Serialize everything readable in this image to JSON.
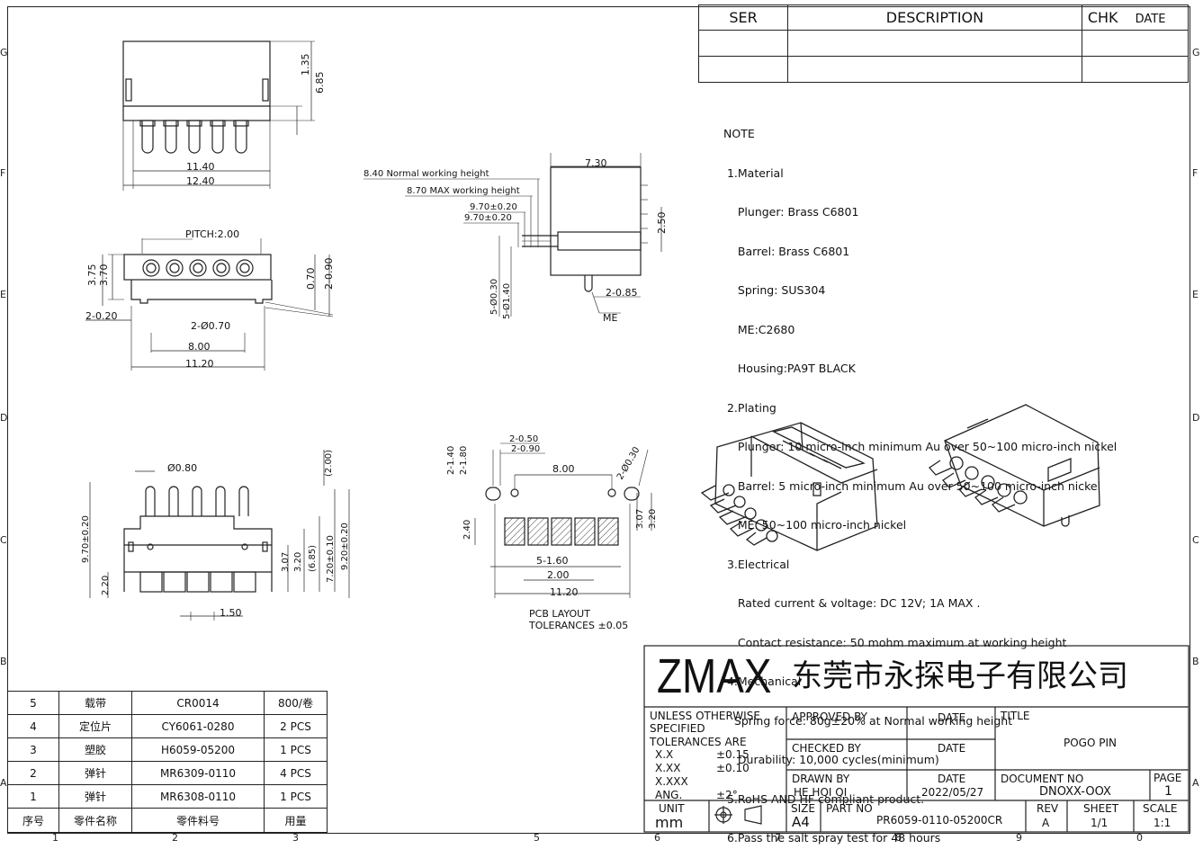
{
  "revision_table": {
    "headers": [
      "SER",
      "DESCRIPTION",
      "CHK",
      "DATE"
    ],
    "rows": [
      [
        "",
        "",
        "",
        ""
      ],
      [
        "",
        "",
        "",
        ""
      ]
    ]
  },
  "border_zones": {
    "columns": [
      "1",
      "2",
      "3",
      "5",
      "6",
      "7",
      "8",
      "9",
      "0"
    ],
    "rows_left": [
      "G",
      "F",
      "E",
      "D",
      "C",
      "B",
      "A"
    ],
    "rows_right": [
      "G",
      "F",
      "E",
      "D",
      "C",
      "B",
      "A"
    ]
  },
  "notes": {
    "heading": "NOTE",
    "lines": [
      " 1.Material",
      "    Plunger: Brass C6801",
      "    Barrel: Brass C6801",
      "    Spring: SUS304",
      "    ME:C2680",
      "    Housing:PA9T BLACK",
      " 2.Plating",
      "    Plunger: 10 micro-inch minimum Au over 50~100 micro-inch nickel",
      "    Barrel: 5 micro-inch minimum Au over 50~100 micro-inch nickel",
      "    ME: 50~100 micro-inch nickel",
      " 3.Electrical",
      "    Rated current & voltage: DC 12V; 1A MAX .",
      "    Contact resistance: 50 mohm maximum at working height",
      " 4.Mechanical",
      "   Spring force: 80g±20% at Normal working height",
      "    Durability: 10,000 cycles(minimum)",
      " 5.RoHS AND HF compliant product.",
      " 6.Pass the salt spray test for 48 hours"
    ]
  },
  "dims": {
    "top_view": {
      "d1": "1.35",
      "d2": "6.85",
      "w1": "11.40",
      "w2": "12.40"
    },
    "front_view": {
      "pitch": "PITCH:2.00",
      "h1": "3.75",
      "h2": "3.70",
      "r1": "0.70",
      "r2": "2-0.90",
      "peg": "2-0.20",
      "holes": "2-Ø0.70",
      "span": "8.00",
      "total": "11.20"
    },
    "side_view": {
      "normal": "8.40 Normal working height",
      "max": "8.70 MAX working height",
      "a": "9.70±0.20",
      "b": "9.70±0.20",
      "w": "7.30",
      "h": "2.50",
      "d1": "5-Ø0.30",
      "d2": "5-Ø1.40",
      "me_dim": "2-0.85",
      "me": "ME"
    },
    "section_view": {
      "dia": "Ø0.80",
      "h_total": "9.70±0.20",
      "paren": "(2.00)",
      "a": "3.20",
      "b": "3.07",
      "c": "(6.85)",
      "d": "7.20±0.10",
      "e": "9.20±0.20",
      "f": "2.20",
      "g": "1.50"
    },
    "pcb": {
      "a": "2-0.50",
      "b": "2-0.90",
      "c": "2-1.40",
      "d": "2-1.80",
      "e": "2-Ø0.30",
      "span": "8.00",
      "h": "2.40",
      "p1": "3.07",
      "p2": "3.20",
      "pad": "5-1.60",
      "pitch": "2.00",
      "total": "11.20",
      "label": "PCB LAYOUT",
      "tol": "TOLERANCES ±0.05"
    }
  },
  "bom": {
    "headers": [
      "序号",
      "零件名称",
      "零件料号",
      "用量"
    ],
    "rows": [
      [
        "5",
        "载带",
        "CR0014",
        "800/卷"
      ],
      [
        "4",
        "定位片",
        "CY6061-0280",
        "2 PCS"
      ],
      [
        "3",
        "塑胶",
        "H6059-05200",
        "1 PCS"
      ],
      [
        "2",
        "弹针",
        "MR6309-0110",
        "4 PCS"
      ],
      [
        "1",
        "弹针",
        "MR6308-0110",
        "1 PCS"
      ]
    ]
  },
  "title_block": {
    "logo": "ZMAX",
    "company": "东莞市永探电子有限公司",
    "unless": "UNLESS OTHERWISE",
    "specified": "SPECIFIED",
    "tolerances": "TOLERANCES ARE",
    "tol_rows": [
      [
        "X.X",
        "±0.15"
      ],
      [
        "X.XX",
        "±0.10"
      ],
      [
        "X.XXX",
        ""
      ],
      [
        "ANG.",
        "±2°"
      ]
    ],
    "approved_by": "APPROVED BY",
    "checked_by": "CHECKED BY",
    "drawn_by": "DRAWN BY",
    "drawn_name": "HE HQI QI",
    "date_label": "DATE",
    "drawn_date": "2022/05/27",
    "title_label": "TITLE",
    "title": "POGO PIN",
    "document_label": "DOCUMENT NO",
    "document": "DNOXX-OOX",
    "page_label": "PAGE",
    "page": "1",
    "unit_label": "UNIT",
    "unit": "mm",
    "size_label": "SIZE",
    "size": "A4",
    "part_label": "PART NO",
    "part": "PR6059-0110-05200CR",
    "rev_label": "REV",
    "rev": "A",
    "sheet_label": "SHEET",
    "sheet": "1/1",
    "scale_label": "SCALE",
    "scale": "1:1"
  }
}
